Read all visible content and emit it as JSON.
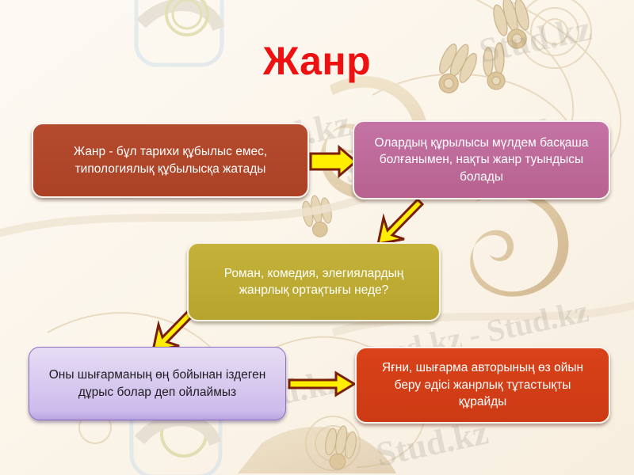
{
  "slide": {
    "title": "Жанр",
    "title_color": "#ee1111",
    "background_color": "#fbf6ee",
    "watermark_text": "Stud.kz",
    "watermark_text_alt": "Stud.kz - Stud.kz"
  },
  "nodes": [
    {
      "id": "node-1",
      "text": "Жанр - бұл тарихи құбылыс емес, типологиялық құбылысқа жатады",
      "color": "#b2492c",
      "text_color": "#ffffff"
    },
    {
      "id": "node-2",
      "text": "Олардың құрылысы мүлдем басқаша болғанымен, нақты жанр туындысы болады",
      "color": "#bf6d9e",
      "text_color": "#ffffff"
    },
    {
      "id": "node-3",
      "text": "Роман, комедия, элегиялардың жанрлық ортақтығы неде?",
      "color": "#bfae34",
      "text_color": "#ffffff"
    },
    {
      "id": "node-4",
      "text": "Оны шығарманың өң бойынан іздеген дұрыс болар деп ойлаймыз",
      "color": "#ddd2ee",
      "text_color": "#1d1d22"
    },
    {
      "id": "node-5",
      "text": "Яғни, шығарма авторының өз ойын беру әдісі жанрлық тұтастықты құрайды",
      "color": "#d13b18",
      "text_color": "#ffffff"
    }
  ],
  "arrows": [
    {
      "id": "arrow-1-to-2",
      "name": "arrow-right-icon",
      "direction": "right",
      "fill": "#ffee00",
      "stroke": "#7a1f0a"
    },
    {
      "id": "arrow-2-to-3",
      "name": "arrow-down-left-icon",
      "direction": "down-left",
      "fill": "#ffee00",
      "stroke": "#7a1f0a"
    },
    {
      "id": "arrow-3-to-4",
      "name": "arrow-down-left-icon",
      "direction": "down-left",
      "fill": "#ffee00",
      "stroke": "#7a1f0a"
    },
    {
      "id": "arrow-4-to-5",
      "name": "arrow-right-icon",
      "direction": "right",
      "fill": "#ffee00",
      "stroke": "#7a1f0a"
    }
  ]
}
